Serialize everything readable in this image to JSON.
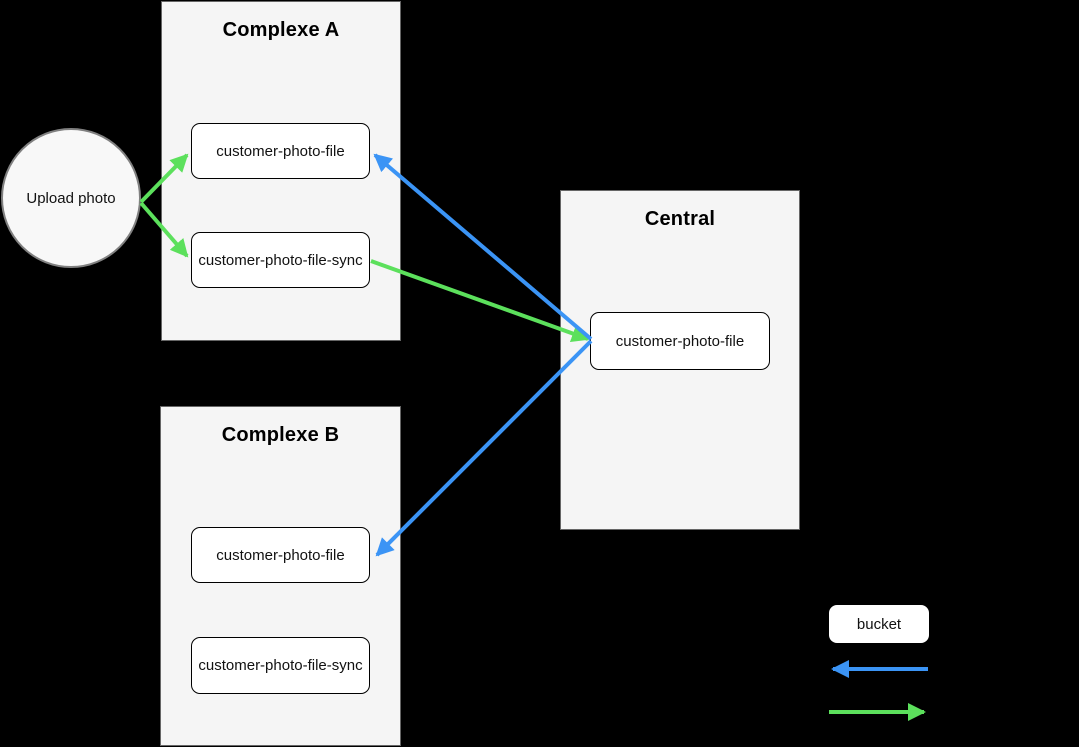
{
  "colors": {
    "green": "#5ce05c",
    "blue": "#3b94f5",
    "container_fill": "#f5f5f5",
    "container_border": "#666666",
    "node_fill": "#ffffff",
    "node_border": "#000000",
    "canvas_bg": "#000000"
  },
  "actor": {
    "label": "Upload photo"
  },
  "complexe_a": {
    "title": "Complexe A",
    "nodes": {
      "file": "customer-photo-file",
      "sync": "customer-photo-file-sync"
    }
  },
  "complexe_b": {
    "title": "Complexe B",
    "nodes": {
      "file": "customer-photo-file",
      "sync": "customer-photo-file-sync"
    }
  },
  "central": {
    "title": "Central",
    "nodes": {
      "file": "customer-photo-file"
    }
  },
  "legend": {
    "bucket_label": "bucket"
  },
  "edges": [
    {
      "from": "upload-photo",
      "to": "complexe-a/customer-photo-file",
      "color": "green"
    },
    {
      "from": "upload-photo",
      "to": "complexe-a/customer-photo-file-sync",
      "color": "green"
    },
    {
      "from": "complexe-a/customer-photo-file-sync",
      "to": "central/customer-photo-file",
      "color": "green"
    },
    {
      "from": "central/customer-photo-file",
      "to": "complexe-a/customer-photo-file",
      "color": "blue"
    },
    {
      "from": "central/customer-photo-file",
      "to": "complexe-b/customer-photo-file",
      "color": "blue"
    }
  ]
}
